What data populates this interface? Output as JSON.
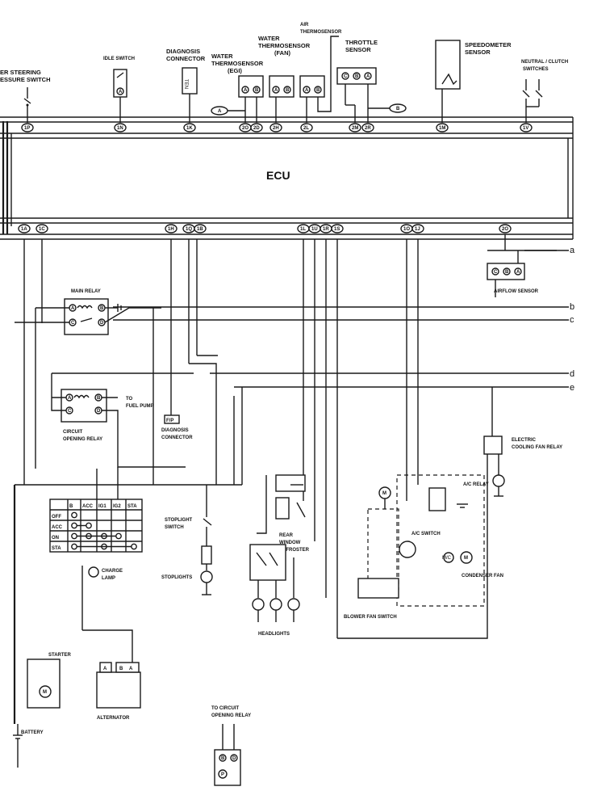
{
  "ecu": {
    "label": "ECU"
  },
  "top_connectors": [
    "1P",
    "1N",
    "1K",
    "2O",
    "2D",
    "2H",
    "2L",
    "2M",
    "2R",
    "1M",
    "1V"
  ],
  "bottom_connectors": [
    "1A",
    "1C",
    "1H",
    "1Q",
    "1B",
    "1L",
    "1U",
    "1R",
    "1S",
    "1O",
    "1J",
    "2O"
  ],
  "labels": {
    "power_steering": "ER STEERING\nESSURE SWITCH",
    "idle_switch": "IDLE SWITCH",
    "diagnosis_connector_top": "DIAGNOSIS\nCONNECTOR",
    "ten": "TEN",
    "water_thermo_egi": "WATER\nTHERMOSENSOR\n(EGI)",
    "water_thermo_fan": "WATER\nTHERMOSENSOR\n(FAN)",
    "air_thermo": "AIR\nTHERMOSENSOR",
    "throttle": "THROTTLE\nSENSOR",
    "speedometer": "SPEEDOMETER\nSENSOR",
    "neutral_clutch": "NEUTRAL / CLUTCH\nSWITCHES",
    "main_relay": "MAIN RELAY",
    "airflow": "AIRFLOW SENSOR",
    "to_fuel_pump": "TO\nFUEL PUMP",
    "circuit_opening_relay": "CIRCUIT\nOPENING RELAY",
    "fp": "F/P",
    "diagnosis_connector_mid": "DIAGNOSIS\nCONNECTOR",
    "electric_cooling_fan_relay": "ELECTRIC\nCOOLING FAN RELAY",
    "ac_relay": "A/C RELAY",
    "ac_switch": "A/C SWITCH",
    "condenser_fan": "CONDENSER FAN",
    "mc": "M/C",
    "blower_fan_switch": "BLOWER FAN SWITCH",
    "stoplight_switch": "STOPLIGHT\nSWITCH",
    "stoplights": "STOPLIGHTS",
    "rear_window_defroster": "REAR\nWINDOW\nDEFROSTER",
    "headlights": "HEADLIGHTS",
    "charge_lamp": "CHARGE\nLAMP",
    "starter": "STARTER",
    "alternator": "ALTERNATOR",
    "battery": "BATTERY",
    "to_circuit_opening_relay": "TO CIRCUIT\nOPENING RELAY"
  },
  "connector_letters": {
    "a": "A",
    "b": "B"
  },
  "edge_labels": [
    "a",
    "b",
    "c",
    "d",
    "e"
  ],
  "ignition_table": {
    "headers": [
      "",
      "B",
      "ACC",
      "IG1",
      "IG2",
      "STA"
    ],
    "rows": [
      "OFF",
      "ACC",
      "ON",
      "STA"
    ],
    "connections": [
      [
        1,
        1
      ],
      [
        1,
        2
      ],
      [
        1,
        1
      ],
      [
        1,
        3
      ],
      [
        1,
        4
      ],
      [
        1,
        5
      ]
    ]
  }
}
